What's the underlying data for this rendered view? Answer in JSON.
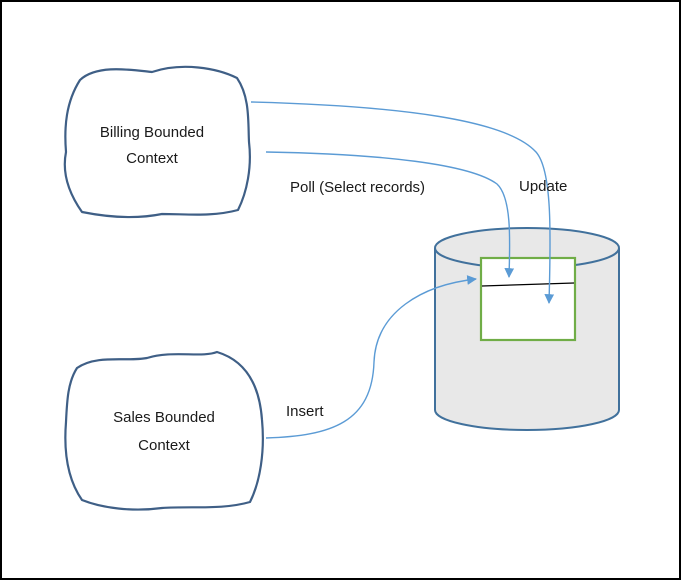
{
  "diagram": {
    "contexts": {
      "billing": {
        "line1": "Billing Bounded",
        "line2": "Context"
      },
      "sales": {
        "line1": "Sales Bounded",
        "line2": "Context"
      }
    },
    "edges": {
      "poll": "Poll (Select records)",
      "update": "Update",
      "insert": "Insert"
    },
    "colors": {
      "cloud_stroke": "#3f5f86",
      "arrow": "#5b9bd5",
      "cylinder_fill": "#e8e8e8",
      "cylinder_stroke": "#41719c",
      "table_stroke": "#70ad47",
      "row_divider": "#000000",
      "frame": "#000000"
    }
  }
}
